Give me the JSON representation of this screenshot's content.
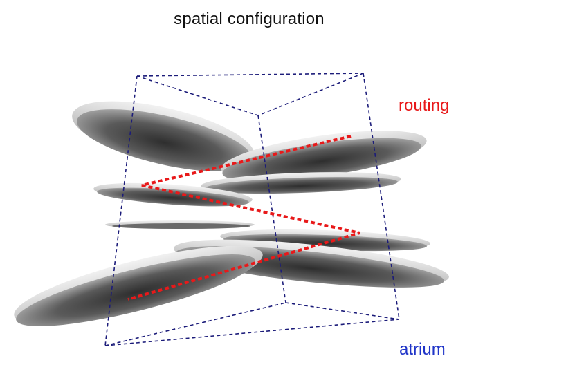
{
  "title": "spatial configuration",
  "labels": {
    "routing": "routing",
    "atrium": "atrium"
  },
  "colors": {
    "routing": "#e8191a",
    "atrium": "#1f34c8",
    "frame": "#1c1c7a",
    "slab_light": "#d9d9d9",
    "slab_dark": "#555555"
  }
}
